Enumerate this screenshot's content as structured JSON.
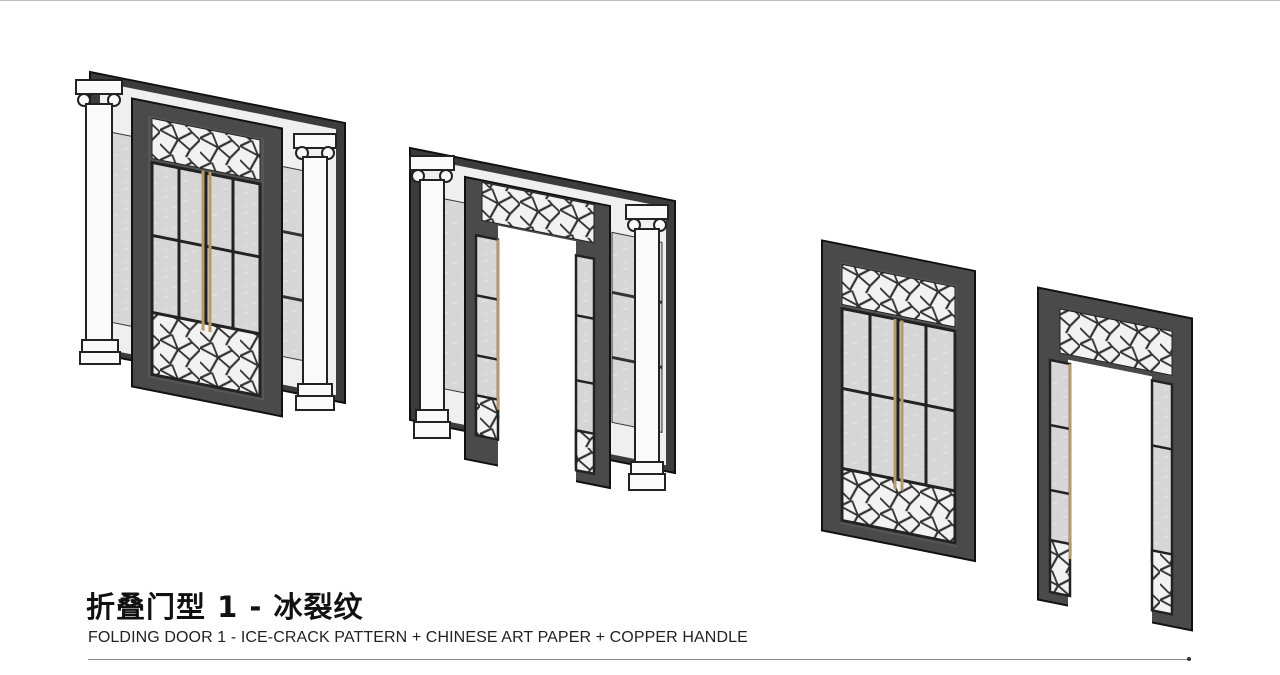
{
  "slide": {
    "title": "折叠门型 1 - 冰裂纹",
    "subtitle": "FOLDING DOOR 1 - ICE-CRACK PATTERN + CHINESE ART PAPER + COPPER HANDLE"
  },
  "illustrations": [
    {
      "name": "closed-door-with-columns"
    },
    {
      "name": "open-door-with-columns"
    },
    {
      "name": "closed-door-frame"
    },
    {
      "name": "open-door-frame"
    }
  ],
  "colors": {
    "frame": "#4a4a4a",
    "outline": "#1a1a1a",
    "paper": "#d9d9d9",
    "wall": "#efefef",
    "copper": "#b89a6a"
  }
}
